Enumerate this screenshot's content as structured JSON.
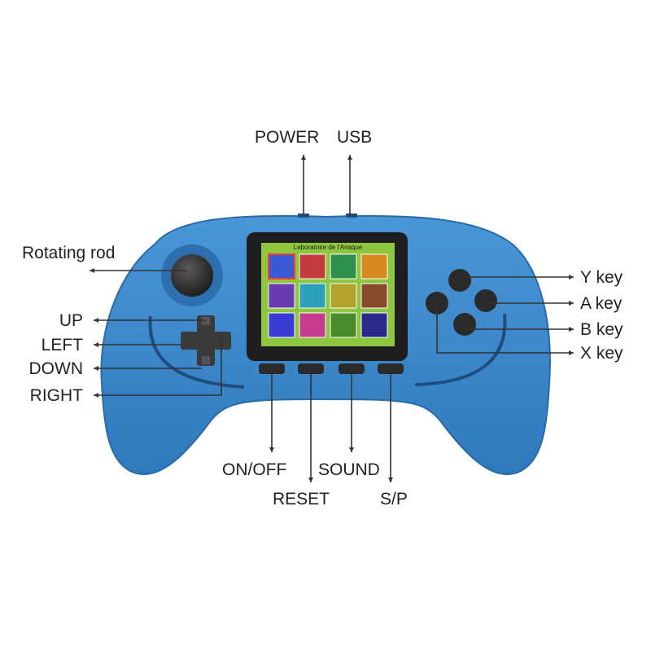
{
  "labels": {
    "power": "POWER",
    "usb": "USB",
    "rotating_rod": "Rotating rod",
    "up": "UP",
    "left": "LEFT",
    "down": "DOWN",
    "right": "RIGHT",
    "y_key": "Y key",
    "a_key": "A key",
    "b_key": "B key",
    "x_key": "X key",
    "on_off": "ON/OFF",
    "reset": "RESET",
    "sound": "SOUND",
    "sp": "S/P"
  },
  "screen": {
    "header_text": "Laboratoire de l'Anaque"
  },
  "colors": {
    "body": "#3a86c8",
    "body_dark": "#2b6aa6",
    "screen_bezel": "#1e1e1e",
    "screen_bg": "#8ec63f",
    "buttons": "#2a2a2a",
    "leader_line": "#333333"
  },
  "icons": [
    "joystick-icon",
    "dpad-icon",
    "face-button-icon",
    "arrow-icon"
  ]
}
